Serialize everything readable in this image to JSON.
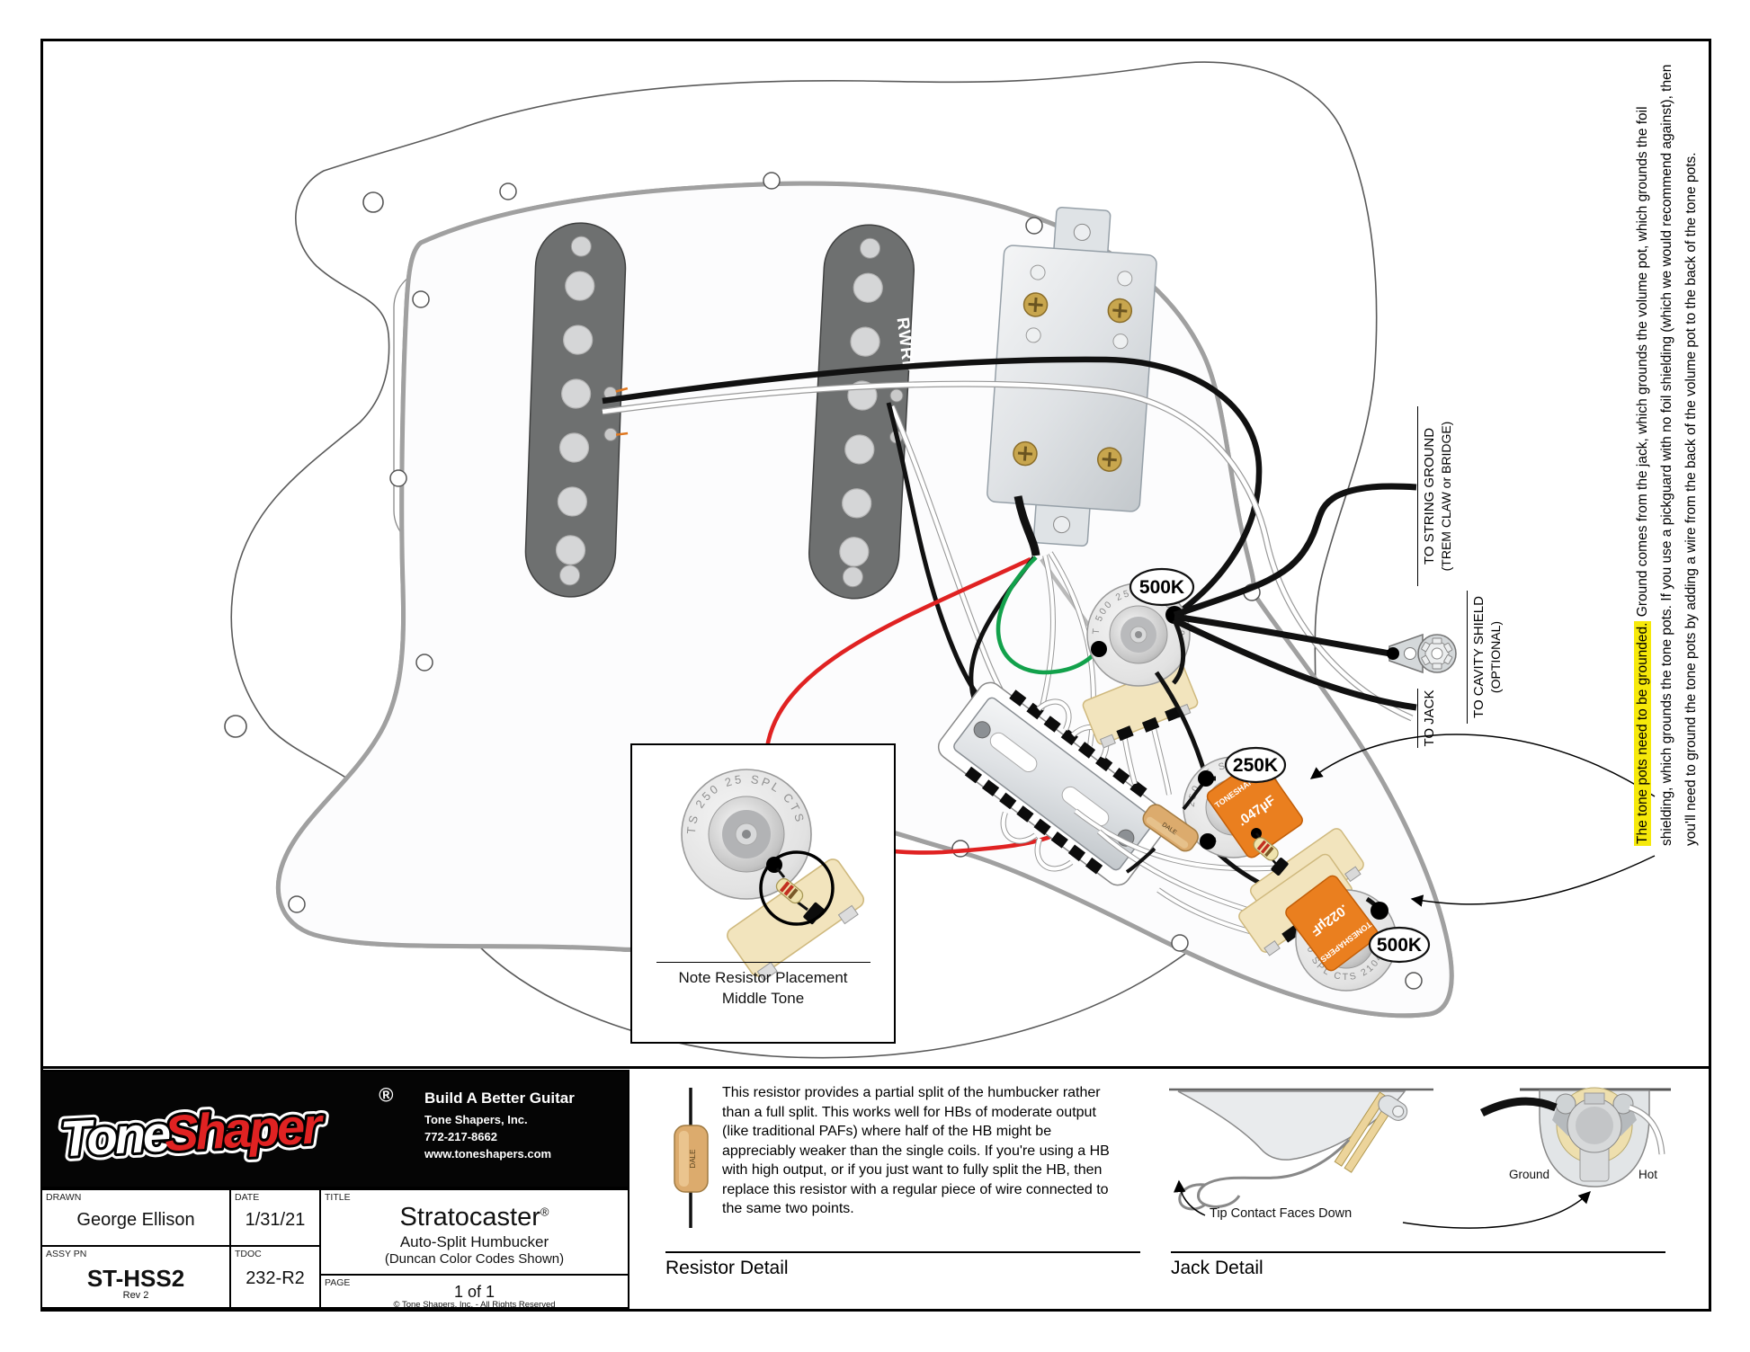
{
  "sheet": {
    "note_right": {
      "highlight": "The tone pots need to be grounded.",
      "rest": " Ground comes from the jack, which grounds the volume pot, which grounds the foil shielding, which grounds the tone pots. If you use a pickguard with no foil shielding (which we would recommend against), then you'll need to ground the tone pots by adding a wire from the back of the volume pot to the back of the tone pots."
    },
    "wire_labels": {
      "string_ground_1": "TO STRING GROUND",
      "string_ground_2": "(TREM CLAW or BRIDGE)",
      "cavity_shield_1": "TO CAVITY SHIELD",
      "cavity_shield_2": "(OPTIONAL)",
      "jack": "TO JACK"
    },
    "components": {
      "volume_pot_label": "500K",
      "middle_tone_pot_label": "250K",
      "bridge_tone_pot_label": "500K",
      "cap_brand": "TONESHAPERS",
      "middle_tone_cap_value": ".047µF",
      "bridge_tone_cap_value": ".022µF",
      "split_resistor_brand": "DALE",
      "middle_pickup_marking": "RWRP",
      "volume_pot_marking": "T 500 25 SPL CTS 04",
      "middle_tone_pot_marking": "250 25 SPL CTS 2103",
      "bridge_tone_pot_marking": "50 SPL CTS 2104"
    },
    "inset": {
      "caption_1": "Note Resistor Placement",
      "caption_2": "Middle Tone",
      "pot_marking": "TS 250 25 SPL CTS 2103"
    },
    "title_block": {
      "logo_part1": "Tone",
      "logo_part2": "Shaper",
      "registered": "®",
      "tagline": "Build A Better Guitar",
      "company": "Tone Shapers, Inc.",
      "phone": "772-217-8662",
      "website": "www.toneshapers.com",
      "drawn_label": "DRAWN",
      "drawn_value": "George Ellison",
      "date_label": "DATE",
      "date_value": "1/31/21",
      "title_label": "TITLE",
      "title_main": "Stratocaster",
      "title_sub1": "Auto-Split Humbucker",
      "title_sub2": "(Duncan Color Codes Shown)",
      "assy_label": "ASSY PN",
      "assy_value": "ST-HSS2",
      "assy_rev": "Rev 2",
      "tdoc_label": "TDOC",
      "tdoc_value": "232-R2",
      "page_label": "PAGE",
      "page_value": "1 of 1",
      "copyright": "© Tone Shapers, Inc. - All Rights Reserved"
    },
    "resistor_detail": {
      "heading": "Resistor Detail",
      "body": "This resistor provides a partial split of the humbucker rather than a full split. This works well for HBs of moderate output (like traditional PAFs) where half of the HB might be appreciably weaker than the single coils. If you're using a HB with high output, or if you just want to fully split the HB, then replace this resistor with a regular piece of wire connected to the same two points."
    },
    "jack_detail": {
      "heading": "Jack Detail",
      "tip_label": "Tip Contact Faces Down",
      "ground_label": "Ground",
      "hot_label": "Hot"
    }
  }
}
